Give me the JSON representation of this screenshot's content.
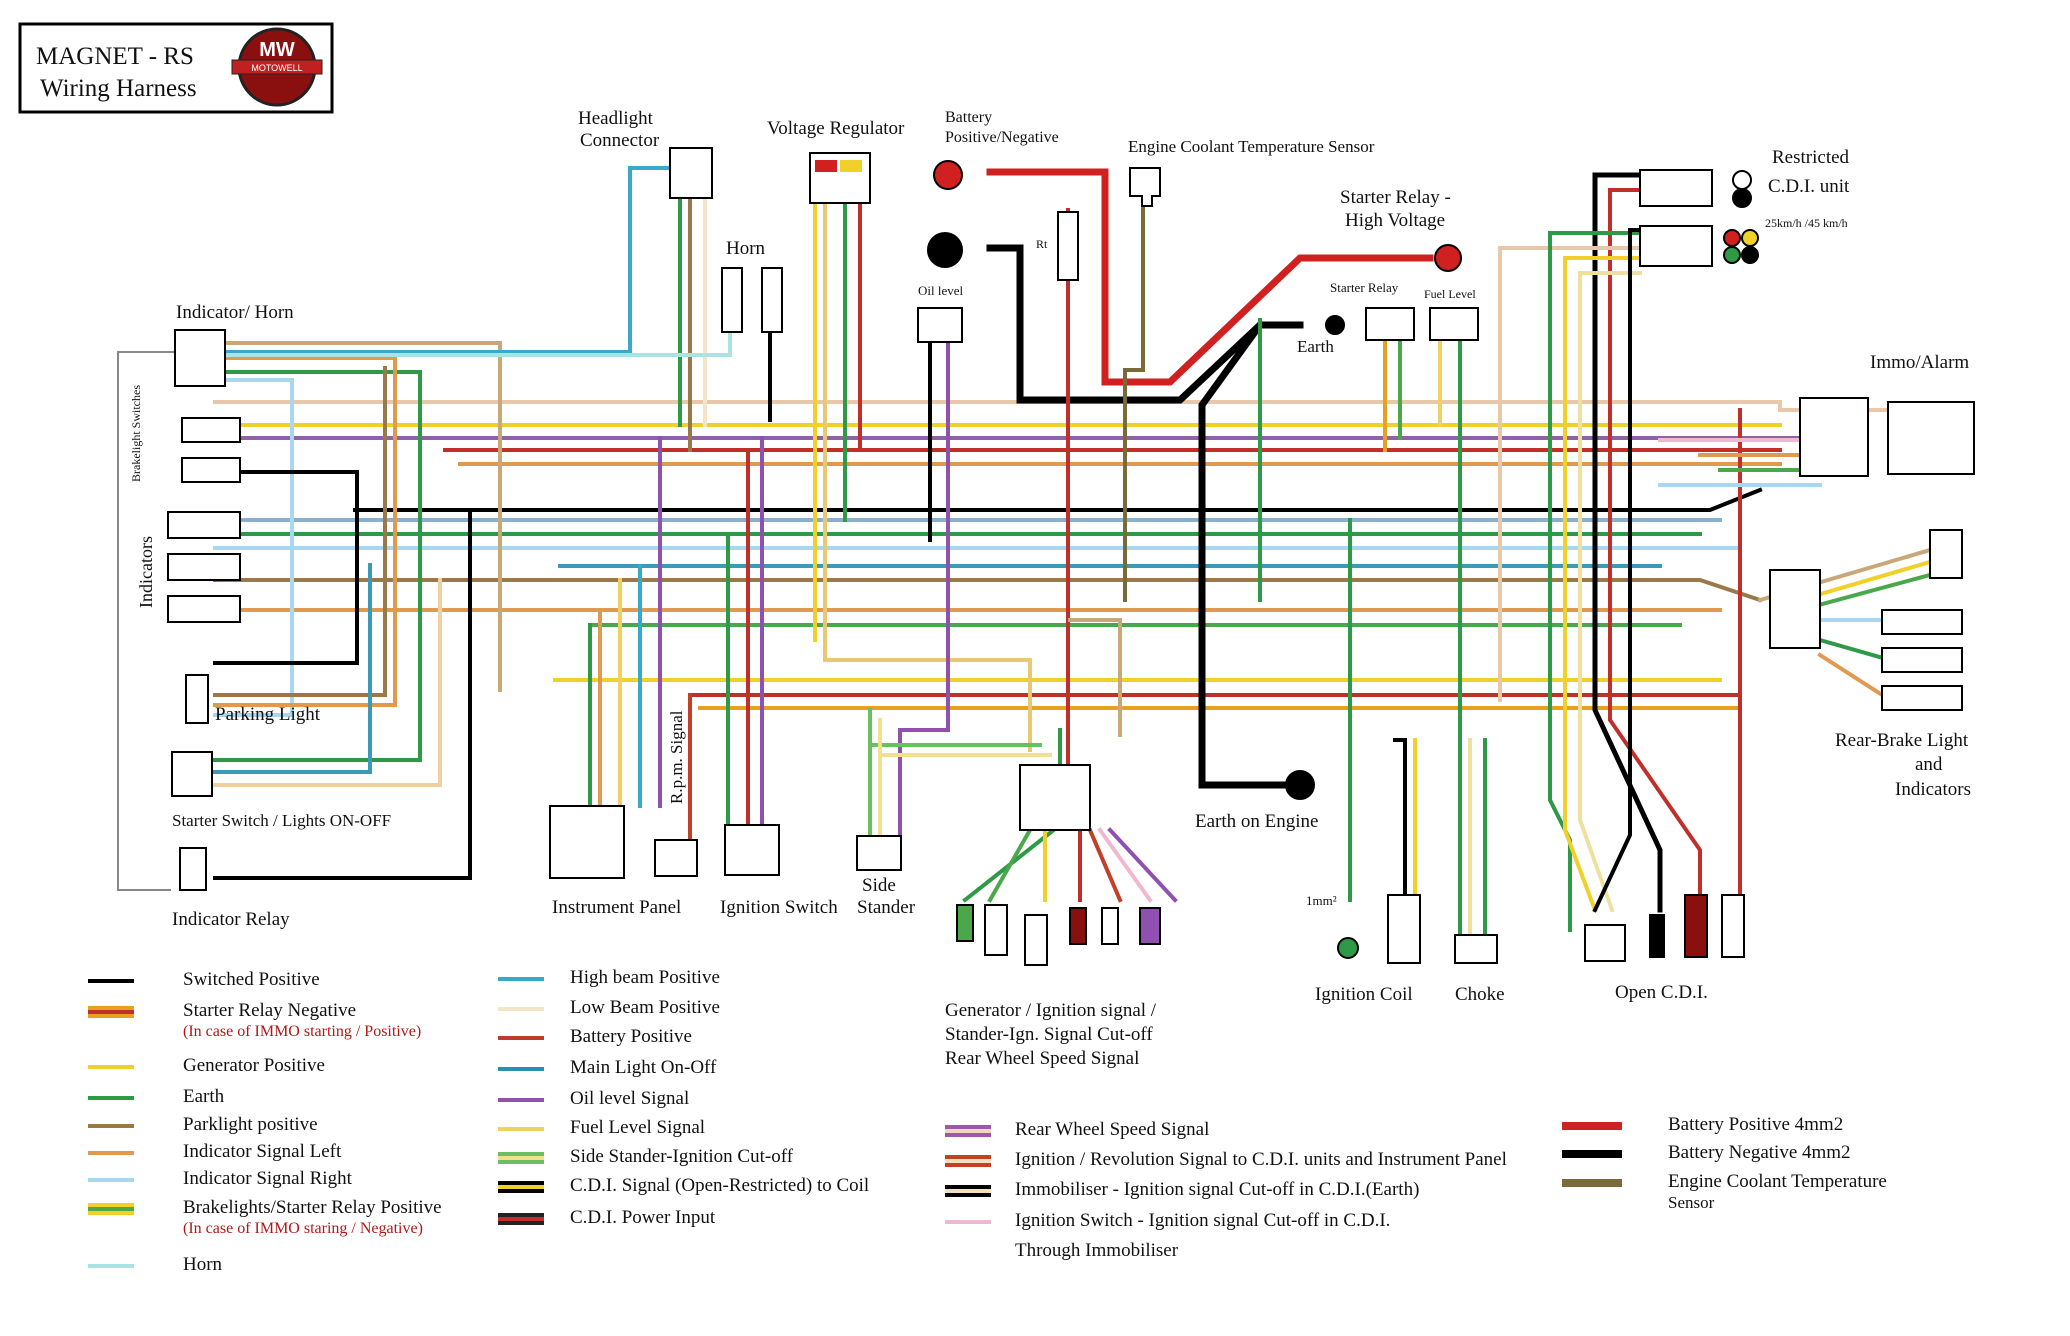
{
  "title": {
    "line1": "MAGNET - RS",
    "line2": "Wiring Harness",
    "logo_text": "MOTOWELL",
    "logo_letters": "MW"
  },
  "components": {
    "headlight": "Headlight",
    "headlight2": "Connector",
    "voltage_regulator": "Voltage Regulator",
    "battery": "Battery",
    "battery2": "Positive/Negative",
    "coolant_sensor": "Engine Coolant Temperature Sensor",
    "starter_relay_hv": "Starter Relay -",
    "starter_relay_hv2": "High Voltage",
    "restricted": "Restricted",
    "restricted2": "C.D.I. unit",
    "speed_limit": "25km/h /45 km/h",
    "horn": "Horn",
    "rt": "Rt",
    "oil_level": "Oil level",
    "starter_relay": "Starter Relay",
    "fuel_level": "Fuel Level",
    "earth": "Earth",
    "immo": "Immo/Alarm",
    "indicator_horn": "Indicator/ Horn",
    "brakelight_switches": "Brakelight Switches",
    "indicators": "Indicators",
    "parking_light": "Parking Light",
    "starter_switch": "Starter Switch / Lights ON-OFF",
    "indicator_relay": "Indicator Relay",
    "rpm_signal": "R.p.m. Signal",
    "instrument_panel": "Instrument Panel",
    "ignition_switch": "Ignition Switch",
    "side": "Side",
    "stander": "Stander",
    "earth_engine": "Earth on Engine",
    "rear_brake": "Rear-Brake Light",
    "rear_brake2": "and",
    "rear_brake3": "Indicators",
    "generator": "Generator / Ignition signal /",
    "generator2": "Stander-Ign. Signal Cut-off",
    "generator3": "Rear Wheel Speed Signal",
    "mm2": "1mm²",
    "ignition_coil": "Ignition Coil",
    "choke": "Choke",
    "open_cdi": "Open C.D.I."
  },
  "legend": {
    "col1": [
      {
        "label": "Switched Positive",
        "colors": [
          "#000000"
        ]
      },
      {
        "label": "Starter Relay Negative",
        "note": "(In case of IMMO starting / Positive)",
        "colors": [
          "#e8a020",
          "#c0302a",
          "#e8a020"
        ]
      },
      {
        "label": "Generator Positive",
        "colors": [
          "#f2d02a"
        ]
      },
      {
        "label": "Earth",
        "colors": [
          "#2e9a48"
        ]
      },
      {
        "label": "Parklight positive",
        "colors": [
          "#9a7848"
        ]
      },
      {
        "label": "Indicator Signal Left",
        "colors": [
          "#e09a50"
        ]
      },
      {
        "label": "Indicator Signal Right",
        "colors": [
          "#a8d8f0"
        ]
      },
      {
        "label": "Brakelights/Starter Relay Positive",
        "note": "(In case of IMMO staring / Negative)",
        "colors": [
          "#f2d02a",
          "#4aa84a",
          "#f2d02a"
        ]
      },
      {
        "label": "Horn",
        "colors": [
          "#a8e4e4"
        ]
      }
    ],
    "col2": [
      {
        "label": "High beam Positive",
        "colors": [
          "#3aa8c8"
        ]
      },
      {
        "label": "Low Beam Positive",
        "colors": [
          "#f3e6c8"
        ]
      },
      {
        "label": "Battery Positive",
        "colors": [
          "#c03a30"
        ]
      },
      {
        "label": "Main Light On-Off",
        "colors": [
          "#2a90b0"
        ]
      },
      {
        "label": "Oil level Signal",
        "colors": [
          "#9050b0"
        ]
      },
      {
        "label": "Fuel Level Signal",
        "colors": [
          "#f2d060"
        ]
      },
      {
        "label": "Side Stander-Ignition Cut-off",
        "colors": [
          "#6ac060",
          "#f0e090",
          "#6ac060"
        ]
      },
      {
        "label": "C.D.I. Signal (Open-Restricted) to Coil",
        "colors": [
          "#000000",
          "#f2d02a",
          "#000000"
        ]
      },
      {
        "label": "C.D.I. Power Input",
        "colors": [
          "#222222",
          "#c03028",
          "#222222"
        ]
      }
    ],
    "col3": [
      {
        "label": "Rear Wheel Speed Signal",
        "colors": [
          "#9a5aa8",
          "#f0d8b8",
          "#9a5aa8"
        ]
      },
      {
        "label": "Ignition / Revolution Signal to C.D.I. units and Instrument Panel",
        "colors": [
          "#c04028",
          "#f0e0c0",
          "#c04028"
        ]
      },
      {
        "label": "Immobiliser - Ignition signal Cut-off in C.D.I.(Earth)",
        "colors": [
          "#000000",
          "#f0e0c0",
          "#000000"
        ]
      },
      {
        "label": "Ignition Switch - Ignition signal Cut-off in C.D.I.",
        "note2": "Through Immobiliser",
        "colors": [
          "#f0b8d0"
        ]
      }
    ],
    "col4": [
      {
        "label": "Battery Positive 4mm2",
        "colors": [
          "#d02020"
        ]
      },
      {
        "label": "Battery Negative 4mm2",
        "colors": [
          "#000000"
        ]
      },
      {
        "label": "Engine Coolant Temperature",
        "label2": "Sensor",
        "colors": [
          "#7a6a3a"
        ]
      }
    ]
  }
}
